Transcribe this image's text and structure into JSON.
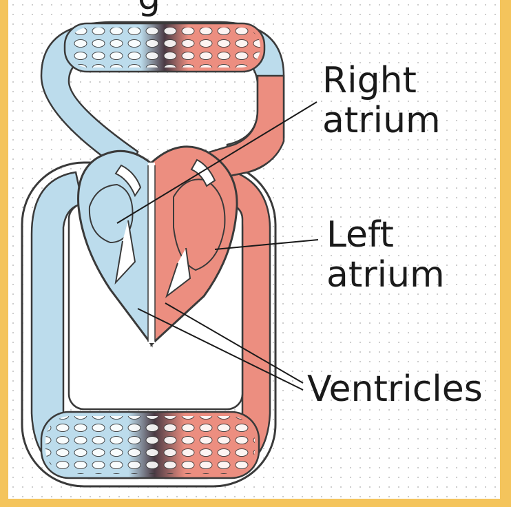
{
  "title_fragment": "g",
  "labels": {
    "right_atrium": [
      "Right",
      "atrium"
    ],
    "left_atrium": [
      "Left",
      "atrium"
    ],
    "ventricles": "Ventricles"
  },
  "colors": {
    "frame": "#f4c45c",
    "deoxygenated": "#bcdcec",
    "oxygenated": "#ec8e80",
    "outline": "#3a3a3a"
  }
}
